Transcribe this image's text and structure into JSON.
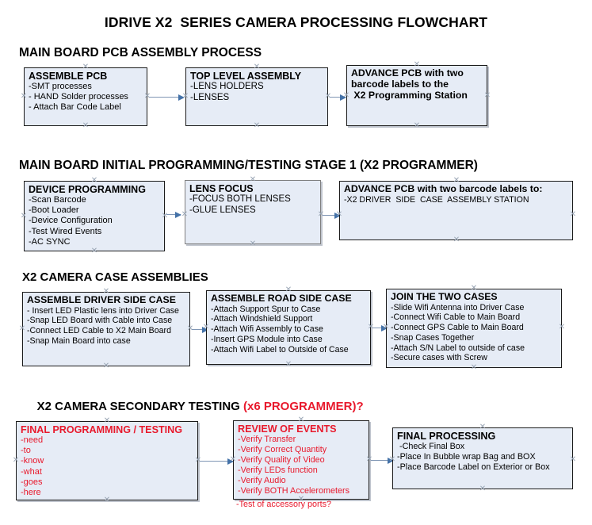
{
  "document": {
    "title": "IDRIVE X2  SERIES CAMERA PROCESSING FLOWCHART",
    "accent_red": "#e8192c",
    "box_fill": "#e6ecf6",
    "connector_color": "#8096b4"
  },
  "sections": [
    {
      "id": "main-board-pcb-assembly",
      "heading": "MAIN BOARD PCB ASSEMBLY PROCESS",
      "heading_accent": "",
      "nodes": [
        {
          "id": "assemble-pcb",
          "title": "ASSEMBLE PCB",
          "lines": [
            "-SMT processes",
            "- HAND Solder processes",
            "- Attach Bar Code Label"
          ]
        },
        {
          "id": "top-level-assembly",
          "title": "TOP LEVEL ASSEMBLY",
          "lines": [
            "-LENS HOLDERS",
            "-LENSES"
          ]
        },
        {
          "id": "advance-pcb-x2-programming-station",
          "title": "ADVANCE PCB with two",
          "title_lines": [
            "ADVANCE PCB with two",
            "barcode labels to the",
            " X2 Programming Station"
          ],
          "lines": []
        }
      ]
    },
    {
      "id": "main-board-initial-programming",
      "heading": "MAIN BOARD INITIAL PROGRAMMING/TESTING STAGE 1 (X2 PROGRAMMER)",
      "heading_accent": "",
      "nodes": [
        {
          "id": "device-programming",
          "title": "DEVICE PROGRAMMING",
          "lines": [
            "-Scan Barcode",
            "-Boot Loader",
            "-Device Configuration",
            "-Test Wired Events",
            "-AC SYNC"
          ]
        },
        {
          "id": "lens-focus",
          "title": "LENS FOCUS",
          "lines": [
            "-FOCUS BOTH LENSES",
            "-GLUE LENSES"
          ]
        },
        {
          "id": "advance-pcb-driver-side-station",
          "title": "ADVANCE PCB with two barcode labels to:",
          "lines": [
            "-X2 DRIVER  SIDE  CASE  ASSEMBLY STATION"
          ]
        }
      ]
    },
    {
      "id": "x2-camera-case-assemblies",
      "heading": "X2 CAMERA CASE ASSEMBLIES",
      "heading_accent": "",
      "nodes": [
        {
          "id": "assemble-driver-side-case",
          "title": "ASSEMBLE DRIVER SIDE CASE",
          "lines": [
            "- Insert LED Plastic lens into Driver Case",
            "-Snap LED Board with Cable into Case",
            "-Connect LED Cable to X2 Main Board",
            "-Snap Main Board into case"
          ]
        },
        {
          "id": "assemble-road-side-case",
          "title": "ASSEMBLE ROAD SIDE CASE",
          "lines": [
            "-Attach Support Spur to Case",
            "-Attach Windshield Support",
            "-Attach Wifi Assembly to Case",
            "-Insert GPS Module into Case",
            "-Attach Wifi Label to Outside of Case"
          ]
        },
        {
          "id": "join-the-two-cases",
          "title": "JOIN THE TWO CASES",
          "lines": [
            "-Slide Wifi Antenna into Driver Case",
            "-Connect Wifi Cable to Main Board",
            "-Connect GPS Cable to Main Board",
            "-Snap Cases Together",
            "-Attach S/N Label to outside of case",
            "-Secure cases with Screw"
          ]
        }
      ]
    },
    {
      "id": "x2-camera-secondary-testing",
      "heading": "X2 CAMERA SECONDARY TESTING ",
      "heading_accent": "(x6 PROGRAMMER)?",
      "nodes": [
        {
          "id": "final-programming-testing",
          "title": "FINAL PROGRAMMING / TESTING",
          "lines": [
            "-need",
            "-to",
            "-know",
            "-what",
            "-goes",
            "-here"
          ]
        },
        {
          "id": "review-of-events",
          "title": "REVIEW OF EVENTS",
          "lines": [
            "-Verify Transfer",
            "-Verify Correct Quantity",
            "-Verify Quality of Video",
            "-Verify LEDs function",
            "-Verify Audio",
            "-Verify BOTH Accelerometers"
          ],
          "overflow_line": "-Test of accessory ports?"
        },
        {
          "id": "final-processing",
          "title": "FINAL PROCESSING",
          "lines": [
            " -Check Final Box",
            "-Place In Bubble wrap Bag and BOX",
            "-Place Barcode Label on Exterior or Box"
          ]
        }
      ]
    }
  ]
}
